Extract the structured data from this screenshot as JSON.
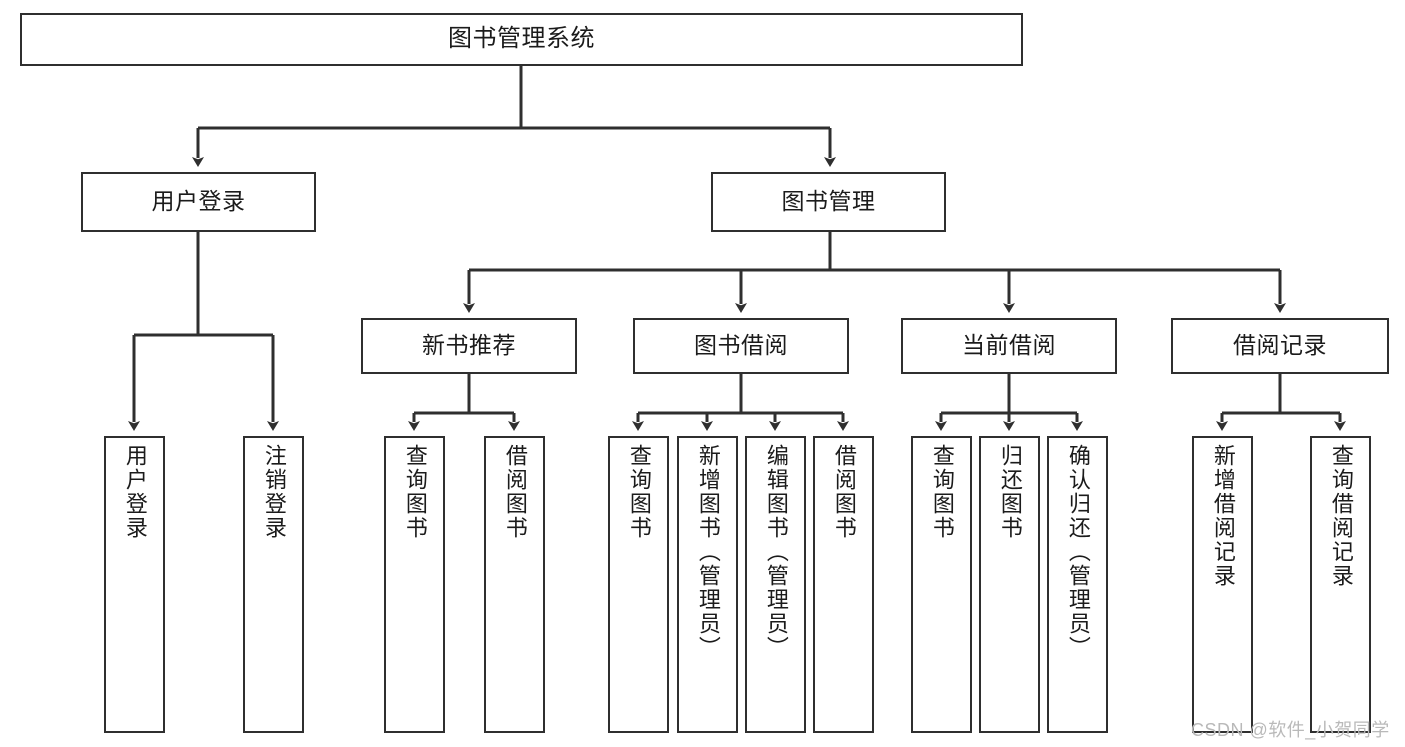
{
  "diagram": {
    "type": "tree",
    "title": "图书管理系统",
    "watermark": "CSDN @软件_小贺同学",
    "colors": {
      "box_border": "#2f2f2f",
      "box_fill": "#ffffff",
      "edge": "#2f2f2f",
      "text": "#1b1b1b",
      "watermark": "#b9b9b9",
      "background": "#ffffff"
    },
    "nodes": {
      "root": "图书管理系统",
      "level1": [
        "用户登录",
        "图书管理"
      ],
      "level2": [
        "新书推荐",
        "图书借阅",
        "当前借阅",
        "借阅记录"
      ],
      "leaves": {
        "user_login": [
          "用户登录",
          "注销登录"
        ],
        "new_book_recommend": [
          "查询图书",
          "借阅图书"
        ],
        "book_borrow": [
          "查询图书",
          "新增图书（管理员）",
          "编辑图书（管理员）",
          "借阅图书"
        ],
        "current_borrow": [
          "查询图书",
          "归还图书",
          "确认归还（管理员）"
        ],
        "borrow_record": [
          "新增借阅记录",
          "查询借阅记录"
        ]
      }
    }
  }
}
